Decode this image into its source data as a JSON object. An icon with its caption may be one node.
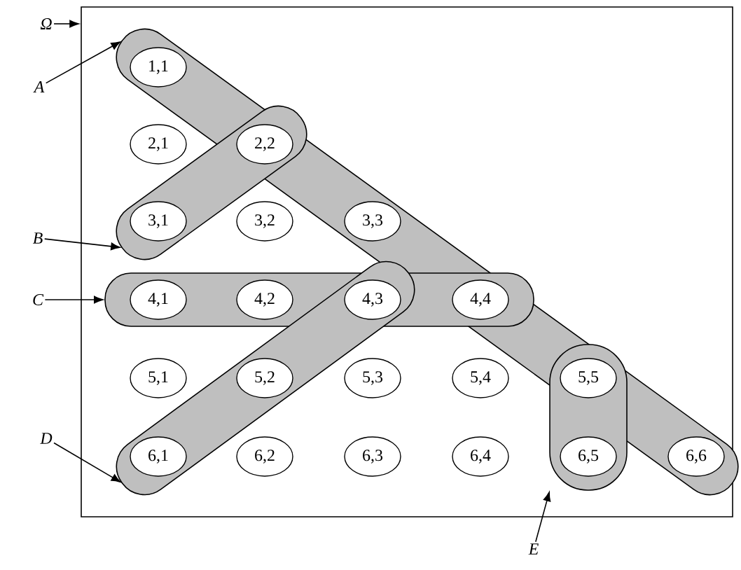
{
  "diagram": {
    "nodes": [
      {
        "text": [],
        "shape": "box"
      },
      {
        "text": [
          "Ω"
        ]
      },
      {
        "text": [
          "A"
        ]
      },
      {
        "text": [
          "B"
        ]
      },
      {
        "text": [
          "C"
        ]
      },
      {
        "text": [
          "D"
        ]
      },
      {
        "text": [
          "E"
        ]
      },
      {
        "text": [],
        "shape": "bar",
        "in": 0
      },
      {
        "text": [],
        "shape": "bar",
        "in": 0
      },
      {
        "text": [],
        "shape": "bar",
        "in": 0
      },
      {
        "text": [],
        "shape": "bar",
        "in": 0
      },
      {
        "text": [],
        "shape": "bar",
        "in": 0
      },
      {
        "text": [
          "1,1"
        ],
        "in": 7
      },
      {
        "text": [
          "2,1"
        ],
        "in": 0
      },
      {
        "text": [
          "2,2"
        ],
        "in": 8
      },
      {
        "text": [
          "3,1"
        ],
        "in": 8
      },
      {
        "text": [
          "3,2"
        ],
        "in": 0
      },
      {
        "text": [
          "3,3"
        ],
        "in": 7
      },
      {
        "text": [
          "4,1"
        ],
        "in": 9
      },
      {
        "text": [
          "4,2"
        ],
        "in": 9
      },
      {
        "text": [
          "4,3"
        ]
      },
      {
        "text": [
          "4,4"
        ],
        "in": 9
      },
      {
        "text": [
          "5,1"
        ],
        "in": 0
      },
      {
        "text": [
          "5,2"
        ],
        "in": 10
      },
      {
        "text": [
          "5,3"
        ],
        "in": 0
      },
      {
        "text": [
          "5,4"
        ],
        "in": 0
      },
      {
        "text": [
          "5,5"
        ],
        "in": 11
      },
      {
        "text": [
          "6,1"
        ],
        "in": 10
      },
      {
        "text": [
          "6,2"
        ],
        "in": 0
      },
      {
        "text": [
          "6,3"
        ],
        "in": 0
      },
      {
        "text": [
          "6,4"
        ],
        "in": 0
      },
      {
        "text": [
          "6,5"
        ],
        "in": 11
      },
      {
        "text": [
          "6,6"
        ],
        "in": 7
      }
    ],
    "edges": [
      {
        "from": 1,
        "to": 0,
        "arrow": "to"
      },
      {
        "from": 2,
        "to": 7,
        "arrow": "to"
      },
      {
        "from": 3,
        "to": 8,
        "arrow": "to"
      },
      {
        "from": 4,
        "to": 9,
        "arrow": "to"
      },
      {
        "from": 5,
        "to": 10,
        "arrow": "to"
      },
      {
        "from": 6,
        "to": 11,
        "arrow": "to"
      }
    ]
  }
}
